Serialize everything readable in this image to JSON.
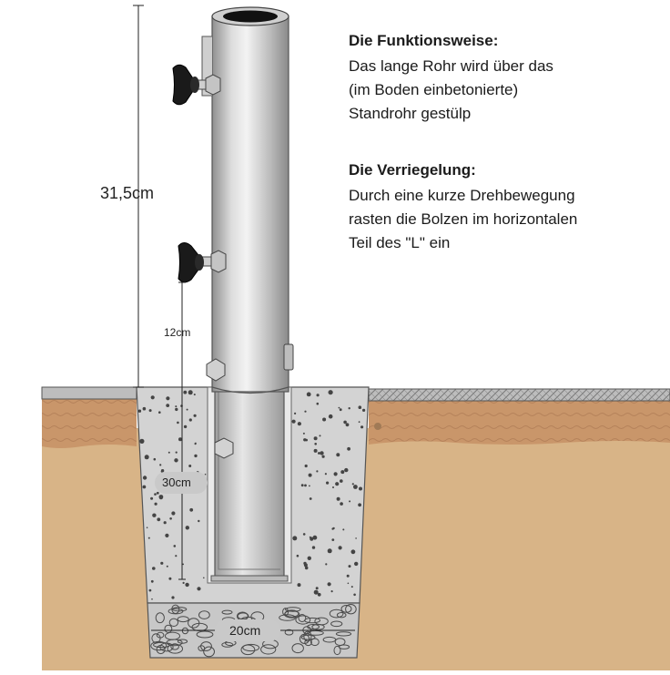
{
  "text": {
    "function_heading": "Die Funktionsweise:",
    "function_lines": [
      "Das lange Rohr wird über das",
      "(im Boden einbetonierte)",
      "Standrohr gestülp"
    ],
    "lock_heading": "Die Verriegelung:",
    "lock_lines": [
      "Durch eine kurze Drehbewegung",
      "rasten die Bolzen im horizontalen",
      "Teil des \"L\" ein"
    ]
  },
  "dimensions": {
    "total_height": "31,5cm",
    "lock_offset": "12cm",
    "depth": "30cm",
    "gravel_width": "20cm"
  },
  "colors": {
    "soil": "#d9b68a",
    "topsoil": "#c79467",
    "concrete": "#d4d4d4",
    "tube_light": "#f0f0f0",
    "tube_dark": "#9a9a9a",
    "knob": "#1a1a1a"
  }
}
